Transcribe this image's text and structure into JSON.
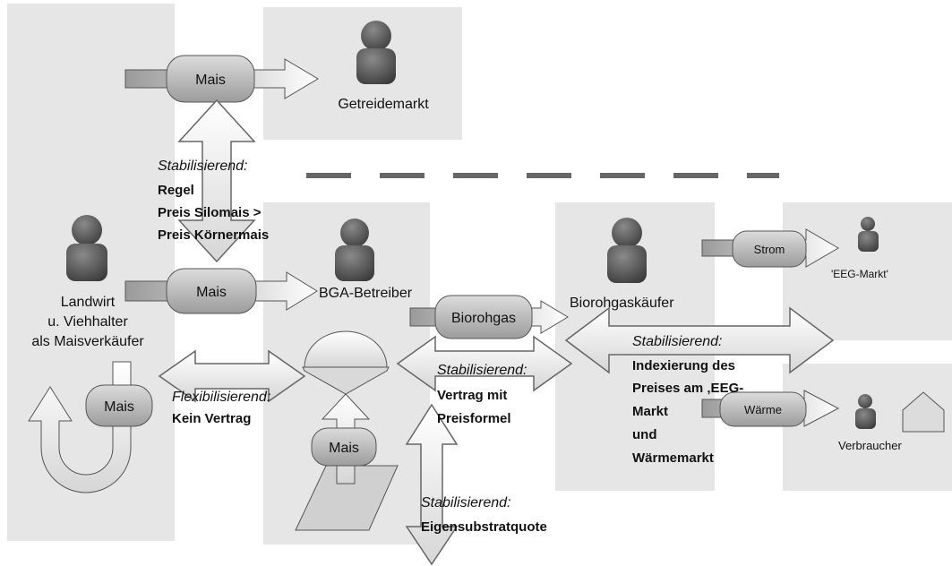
{
  "nodes": {
    "getreidemarkt": "Getreidemarkt",
    "landwirt_line1": "Landwirt",
    "landwirt_line2": "u. Viehhalter",
    "landwirt_line3": "als Maisverkäufer",
    "bga_betreiber": "BGA-Betreiber",
    "biorohgaskaeufer": "Biorohgaskäufer",
    "eeg_markt": "'EEG-Markt'",
    "verbraucher": "Verbraucher"
  },
  "flows": {
    "mais_top": "Mais",
    "mais_middle": "Mais",
    "mais_left": "Mais",
    "mais_plant": "Mais",
    "biorohgas": "Biorohgas",
    "strom": "Strom",
    "waerme": "Wärme"
  },
  "labels": {
    "stab_regel_title": "Stabilisierend:",
    "stab_regel_l1": "Regel",
    "stab_regel_l2": "Preis Silomais >",
    "stab_regel_l3": "Preis Körnermais",
    "flex_title": "Flexibilisierend:",
    "flex_body": "Kein Vertrag",
    "stab_vertrag_title": "Stabilisierend:",
    "stab_vertrag_l1": "Vertrag mit",
    "stab_vertrag_l2": "Preisformel",
    "stab_index_title": "Stabilisierend:",
    "stab_index_l1": "Indexierung des",
    "stab_index_l2": "Preises am ‚EEG-",
    "stab_index_l3": "Markt",
    "stab_index_l4": "und",
    "stab_index_l5": "Wärmemarkt",
    "stab_eigen_title": "Stabilisierend:",
    "stab_eigen_body": "Eigensubstratquote"
  },
  "colors": {
    "panel": "#e6e6e6",
    "person": "#555555",
    "pill": "#b5b5b5",
    "dash": "#666666"
  }
}
